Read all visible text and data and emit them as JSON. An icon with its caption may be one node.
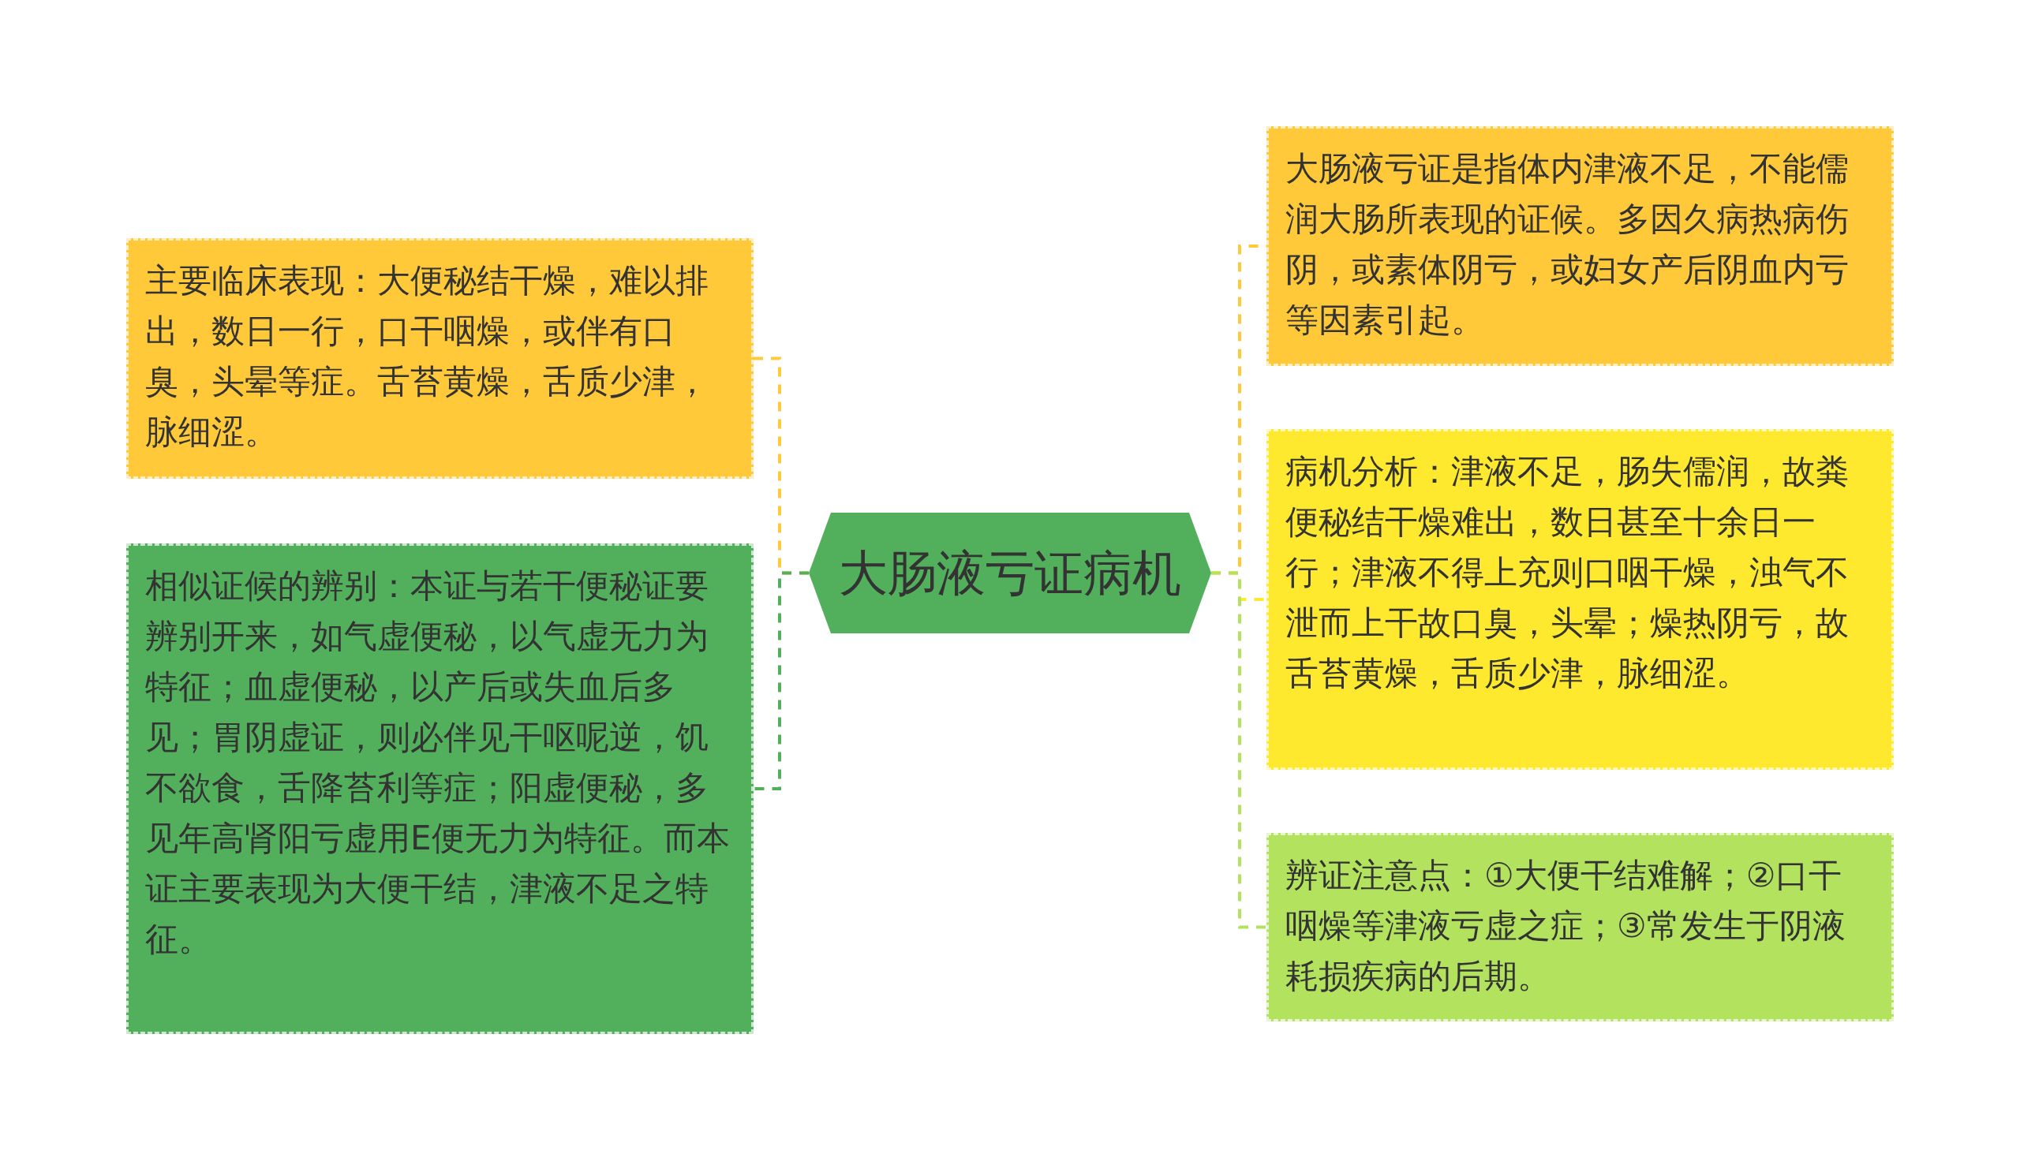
{
  "diagram": {
    "nodes": [
      {
        "text": [
          "大肠液亏证病机"
        ]
      },
      {
        "text": [
          "主要临床表现：大便秘结干燥，难以排出，数日一行，口干咽燥，或伴有口臭，头晕等症。舌苔黄燥，舌质少津，脉细涩。"
        ]
      },
      {
        "text": [
          "相似证候的辨别：本证与若干便秘证要辨别开来，如气虚便秘，以气虚无力为特征；血虚便秘，以产后或失血后多见；胃阴虚证，则必伴见干呕呢逆，饥不欲食，舌降苔利等症；阳虚便秘，多见年高肾阳亏虚用E便无力为特征。而本证主要表现为大便干结，津液不足之特征。"
        ]
      },
      {
        "text": [
          "大肠液亏证是指体内津液不足，不能儒润大肠所表现的证候。多因久病热病伤阴，或素体阴亏，或妇女产后阴血内亏等因素引起。"
        ]
      },
      {
        "text": [
          "病机分析：津液不足，肠失儒润，故粪便秘结干燥难出，数日甚至十余日一行；津液不得上充则口咽干燥，浊气不泄而上干故口臭，头晕；燥热阴亏，故舌苔黄燥，舌质少津，脉细涩。"
        ]
      },
      {
        "text": [
          "辨证注意点：①大便干结难解；②口干咽燥等津液亏虚之症；③常发生于阴液耗损疾病的后期。"
        ]
      }
    ],
    "edges": [
      {
        "from": 0,
        "to": 1,
        "arrow": "none",
        "style": "dashed",
        "color": "#ffc93a"
      },
      {
        "from": 0,
        "to": 2,
        "arrow": "none",
        "style": "dashed",
        "color": "#52b05c"
      },
      {
        "from": 0,
        "to": 3,
        "arrow": "none",
        "style": "dashed",
        "color": "#ffc93a"
      },
      {
        "from": 0,
        "to": 4,
        "arrow": "none",
        "style": "dashed",
        "color": "#ffe92e"
      },
      {
        "from": 0,
        "to": 5,
        "arrow": "none",
        "style": "dashed",
        "color": "#b3e35e"
      }
    ]
  }
}
